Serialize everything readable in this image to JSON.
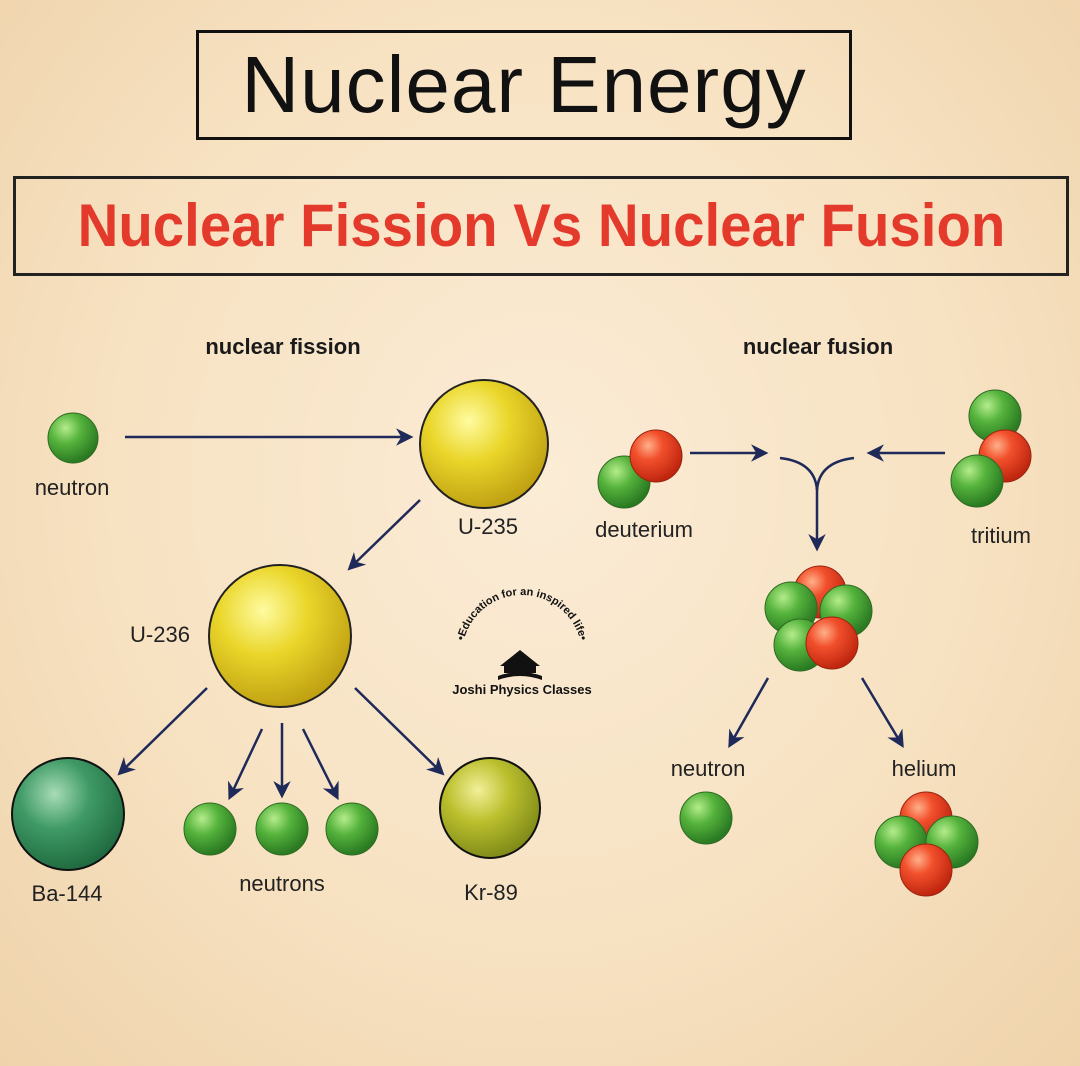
{
  "title": "Nuclear Energy",
  "subtitle": "Nuclear Fission Vs Nuclear Fusion",
  "fission": {
    "heading": "nuclear fission",
    "labels": {
      "neutron": "neutron",
      "u235": "U-235",
      "u236": "U-236",
      "ba144": "Ba-144",
      "neutrons": "neutrons",
      "kr89": "Kr-89"
    }
  },
  "fusion": {
    "heading": "nuclear fusion",
    "labels": {
      "deuterium": "deuterium",
      "tritium": "tritium",
      "neutron": "neutron",
      "helium": "helium"
    }
  },
  "logo": {
    "tagline": "•Education for an inspired life•",
    "name": "Joshi Physics Classes"
  },
  "colors": {
    "proton": "#e63a22",
    "neutron": "#4aa83a",
    "uranium": "#e3cc2a",
    "barium": "#2f8a56",
    "krypton": "#b4b82a",
    "arrow": "#1f2a5a",
    "title_red": "#e43a2c"
  }
}
